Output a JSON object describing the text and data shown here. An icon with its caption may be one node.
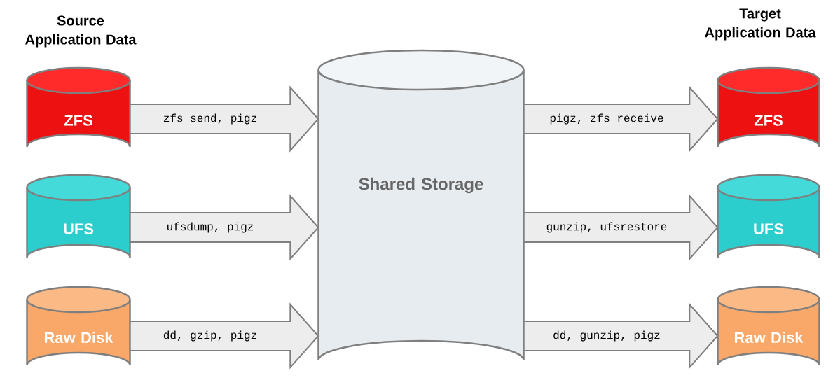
{
  "diagram": {
    "nodes": [
      {
        "text": [
          "ZFS"
        ]
      },
      {
        "text": [
          "UFS"
        ]
      },
      {
        "text": [
          "Raw Disk"
        ]
      },
      {
        "text": [
          "Shared Storage"
        ]
      },
      {
        "text": [
          "ZFS"
        ]
      },
      {
        "text": [
          "UFS"
        ]
      },
      {
        "text": [
          "Raw Disk"
        ]
      }
    ],
    "edges": [
      {
        "from": 0,
        "to": 3,
        "arrow": "to",
        "label": "zfs send, pigz"
      },
      {
        "from": 1,
        "to": 3,
        "arrow": "to",
        "label": "ufsdump, pigz"
      },
      {
        "from": 2,
        "to": 3,
        "arrow": "to",
        "label": "dd, gzip, pigz"
      },
      {
        "from": 3,
        "to": 4,
        "arrow": "to",
        "label": "pigz, zfs receive"
      },
      {
        "from": 3,
        "to": 5,
        "arrow": "to",
        "label": "gunzip, ufsrestore"
      },
      {
        "from": 3,
        "to": 6,
        "arrow": "to",
        "label": "dd, gunzip, pigz"
      }
    ],
    "labels": [
      "Source Application Data",
      "Target Application Data"
    ]
  }
}
